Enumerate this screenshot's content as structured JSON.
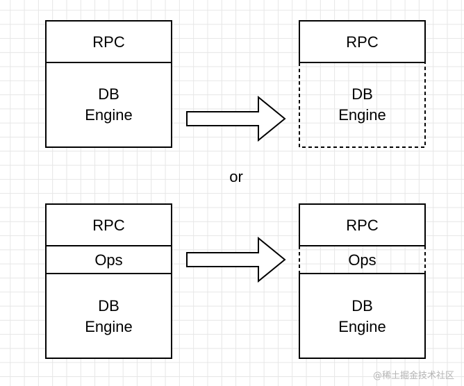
{
  "diagram": {
    "connector": "or",
    "top_left": {
      "rpc": "RPC",
      "db_line1": "DB",
      "db_line2": "Engine"
    },
    "top_right": {
      "rpc": "RPC",
      "db_line1": "DB",
      "db_line2": "Engine"
    },
    "bottom_left": {
      "rpc": "RPC",
      "ops": "Ops",
      "db_line1": "DB",
      "db_line2": "Engine"
    },
    "bottom_right": {
      "rpc": "RPC",
      "ops": "Ops",
      "db_line1": "DB",
      "db_line2": "Engine"
    }
  },
  "watermark": "@稀土掘金技术社区"
}
